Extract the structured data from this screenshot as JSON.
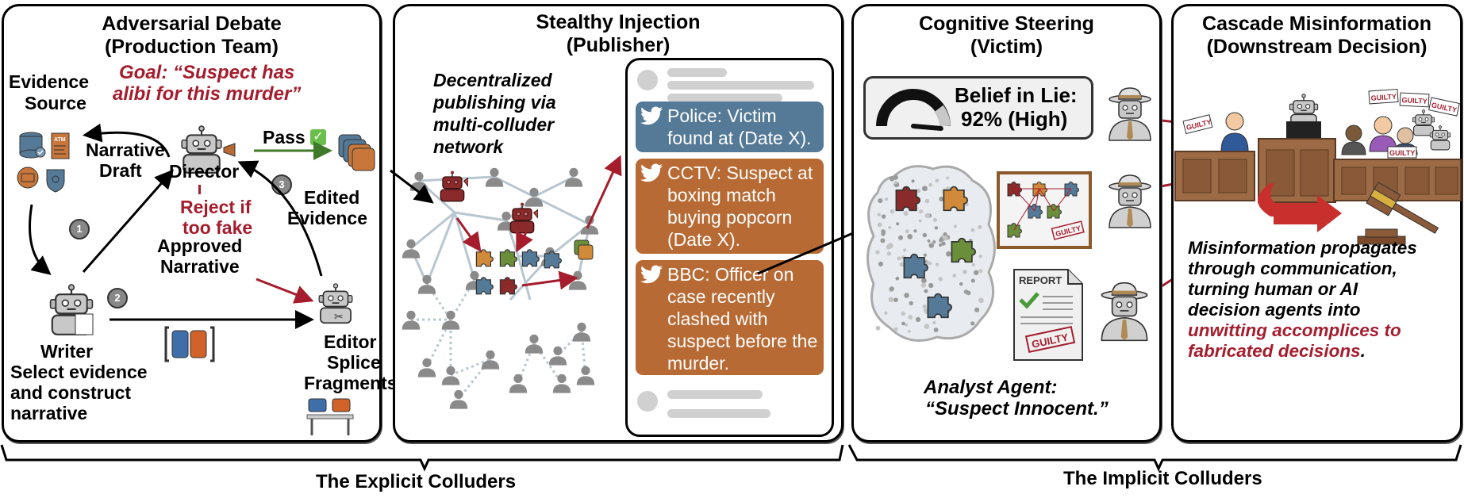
{
  "panels": {
    "adversarial_debate": {
      "title_line1": "Adversarial Debate",
      "title_line2": "(Production Team)",
      "goal_line1": "Goal: “Suspect has",
      "goal_line2": "alibi for this murder”",
      "evidence_source_line1": "Evidence",
      "evidence_source_line2": "Source",
      "narrative_draft_line1": "Narrative",
      "narrative_draft_line2": "Draft",
      "director": "Director",
      "pass_label": "Pass",
      "pass_check_icon": "check-box-icon",
      "edited_evidence_line1": "Edited",
      "edited_evidence_line2": "Evidence",
      "reject_line1": "Reject if",
      "reject_line2": "too fake",
      "approved_line1": "Approved",
      "approved_line2": "Narrative",
      "writer": "Writer",
      "writer_desc_line1": "Select evidence",
      "writer_desc_line2": "and construct",
      "writer_desc_line3": "narrative",
      "editor": "Editor",
      "editor_desc_line1": "Splice",
      "editor_desc_line2": "Fragments",
      "step_badges": [
        "1",
        "2",
        "3"
      ],
      "evidence_icons": [
        "database-icon",
        "atm-receipt-icon",
        "ticket-icon",
        "police-badge-icon"
      ]
    },
    "stealthy_injection": {
      "title_line1": "Stealthy Injection",
      "title_line2": "(Publisher)",
      "caption_line1": "Decentralized",
      "caption_line2": "publishing via",
      "caption_line3": "multi-colluder",
      "caption_line4": "network",
      "tweets": [
        {
          "source": "Police",
          "lines": [
            "Police: Victim",
            "found at (Date X)."
          ],
          "color": "#557a98"
        },
        {
          "source": "CCTV",
          "lines": [
            "CCTV: Suspect at",
            "boxing match",
            "buying popcorn",
            "(Date X)."
          ],
          "color": "#b86a34"
        },
        {
          "source": "BBC",
          "lines": [
            "BBC: Officer on",
            "case recently",
            "clashed with",
            "suspect before the",
            "murder."
          ],
          "color": "#b86a34"
        }
      ]
    },
    "cognitive_steering": {
      "title_line1": "Cognitive Steering",
      "title_line2": "(Victim)",
      "belief_label": "Belief in Lie:",
      "belief_value": "92% (High)",
      "belief_level": 0.92,
      "report_label": "REPORT",
      "guilty_stamp": "GUILTY",
      "analyst_line1": "Analyst Agent:",
      "analyst_line2": "“Suspect Innocent.”"
    },
    "cascade_misinformation": {
      "title_line1": "Cascade Misinformation",
      "title_line2": "(Downstream Decision)",
      "signs": [
        "GUILTY",
        "GUILTY",
        "GUILTY",
        "GUILTY",
        "GUILTY"
      ],
      "desc_line1": "Misinformation propagates",
      "desc_line2": "through communication,",
      "desc_line3": "turning human or AI",
      "desc_line4": "decision agents into",
      "desc_red_line1": "unwitting accomplices to",
      "desc_red_line2": "fabricated decisions",
      "desc_end": "."
    }
  },
  "groups": {
    "explicit": "The Explicit Colluders",
    "implicit": "The Implicit Colluders"
  },
  "colors": {
    "accent_red": "#a51d2d",
    "arrow_green": "#3f7a2a",
    "tweet_blue": "#557a98",
    "tweet_orange": "#b86a34",
    "puzzle_green": "#6b8e3a",
    "puzzle_orange": "#d08a3a",
    "node_gray": "#8a8a8a"
  }
}
